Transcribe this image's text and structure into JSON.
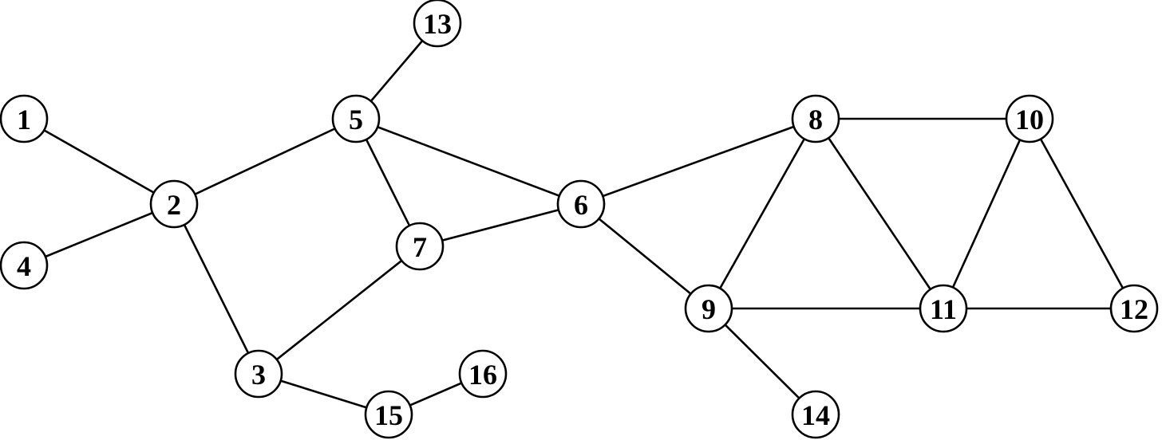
{
  "graph": {
    "nodes": [
      {
        "id": "1",
        "label": "1"
      },
      {
        "id": "2",
        "label": "2"
      },
      {
        "id": "3",
        "label": "3"
      },
      {
        "id": "4",
        "label": "4"
      },
      {
        "id": "5",
        "label": "5"
      },
      {
        "id": "6",
        "label": "6"
      },
      {
        "id": "7",
        "label": "7"
      },
      {
        "id": "8",
        "label": "8"
      },
      {
        "id": "9",
        "label": "9"
      },
      {
        "id": "10",
        "label": "10"
      },
      {
        "id": "11",
        "label": "11"
      },
      {
        "id": "12",
        "label": "12"
      },
      {
        "id": "13",
        "label": "13"
      },
      {
        "id": "14",
        "label": "14"
      },
      {
        "id": "15",
        "label": "15"
      },
      {
        "id": "16",
        "label": "16"
      }
    ],
    "edges": [
      [
        "1",
        "2"
      ],
      [
        "4",
        "2"
      ],
      [
        "2",
        "5"
      ],
      [
        "2",
        "3"
      ],
      [
        "5",
        "13"
      ],
      [
        "5",
        "7"
      ],
      [
        "5",
        "6"
      ],
      [
        "7",
        "6"
      ],
      [
        "7",
        "3"
      ],
      [
        "3",
        "15"
      ],
      [
        "15",
        "16"
      ],
      [
        "6",
        "8"
      ],
      [
        "6",
        "9"
      ],
      [
        "8",
        "10"
      ],
      [
        "8",
        "9"
      ],
      [
        "8",
        "11"
      ],
      [
        "10",
        "11"
      ],
      [
        "10",
        "12"
      ],
      [
        "9",
        "11"
      ],
      [
        "11",
        "12"
      ],
      [
        "9",
        "14"
      ]
    ]
  }
}
